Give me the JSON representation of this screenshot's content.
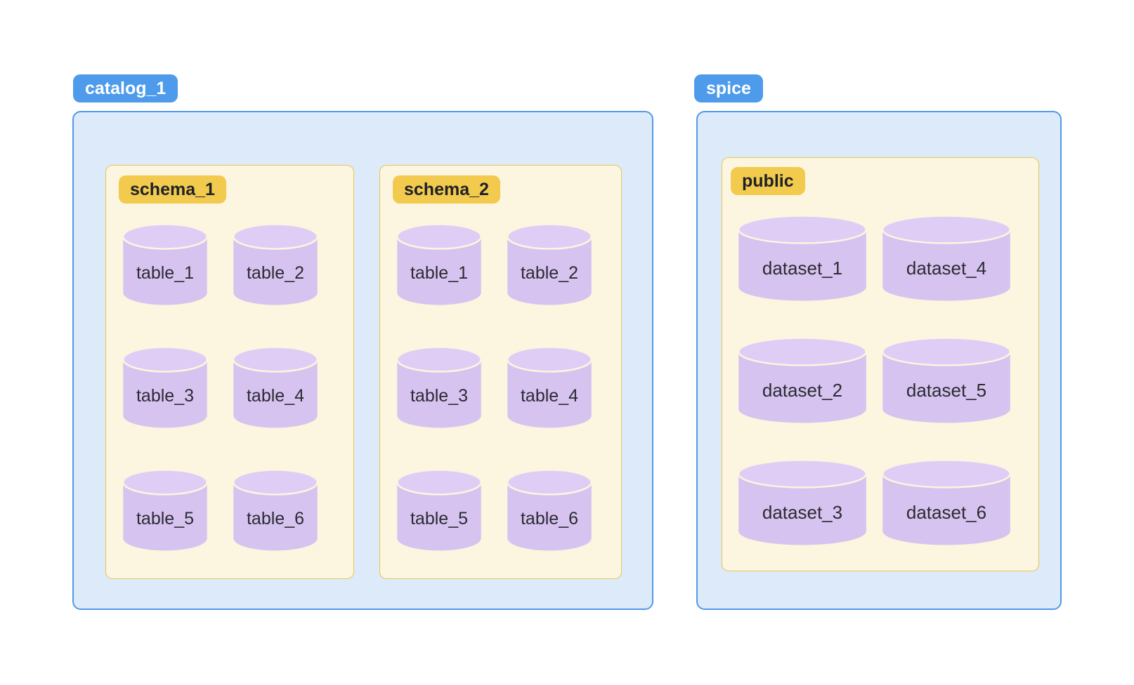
{
  "colors": {
    "blue_badge_bg": "#4D9BEA",
    "blue_badge_text": "#FFFFFF",
    "blue_container_bg": "#DCEAFA",
    "blue_container_border": "#5598E8",
    "cream_box_bg": "#FCF5DF",
    "cream_box_border": "#E9C750",
    "gold_badge_bg": "#F2CA4D",
    "gold_badge_text": "#1F2128",
    "cylinder_body": "#D7C3F0",
    "cylinder_top": "#DFCDF6",
    "cylinder_divider": "#FCF5DF",
    "label_text": "#2B2B33",
    "page_bg": "#FFFFFF"
  },
  "groups": [
    {
      "badge": "catalog_1",
      "boxes": [
        {
          "badge": "schema_1",
          "items": [
            "table_1",
            "table_2",
            "table_3",
            "table_4",
            "table_5",
            "table_6"
          ]
        },
        {
          "badge": "schema_2",
          "items": [
            "table_1",
            "table_2",
            "table_3",
            "table_4",
            "table_5",
            "table_6"
          ]
        }
      ]
    },
    {
      "badge": "spice",
      "boxes": [
        {
          "badge": "public",
          "items": [
            "dataset_1",
            "dataset_4",
            "dataset_2",
            "dataset_5",
            "dataset_3",
            "dataset_6"
          ]
        }
      ]
    }
  ]
}
